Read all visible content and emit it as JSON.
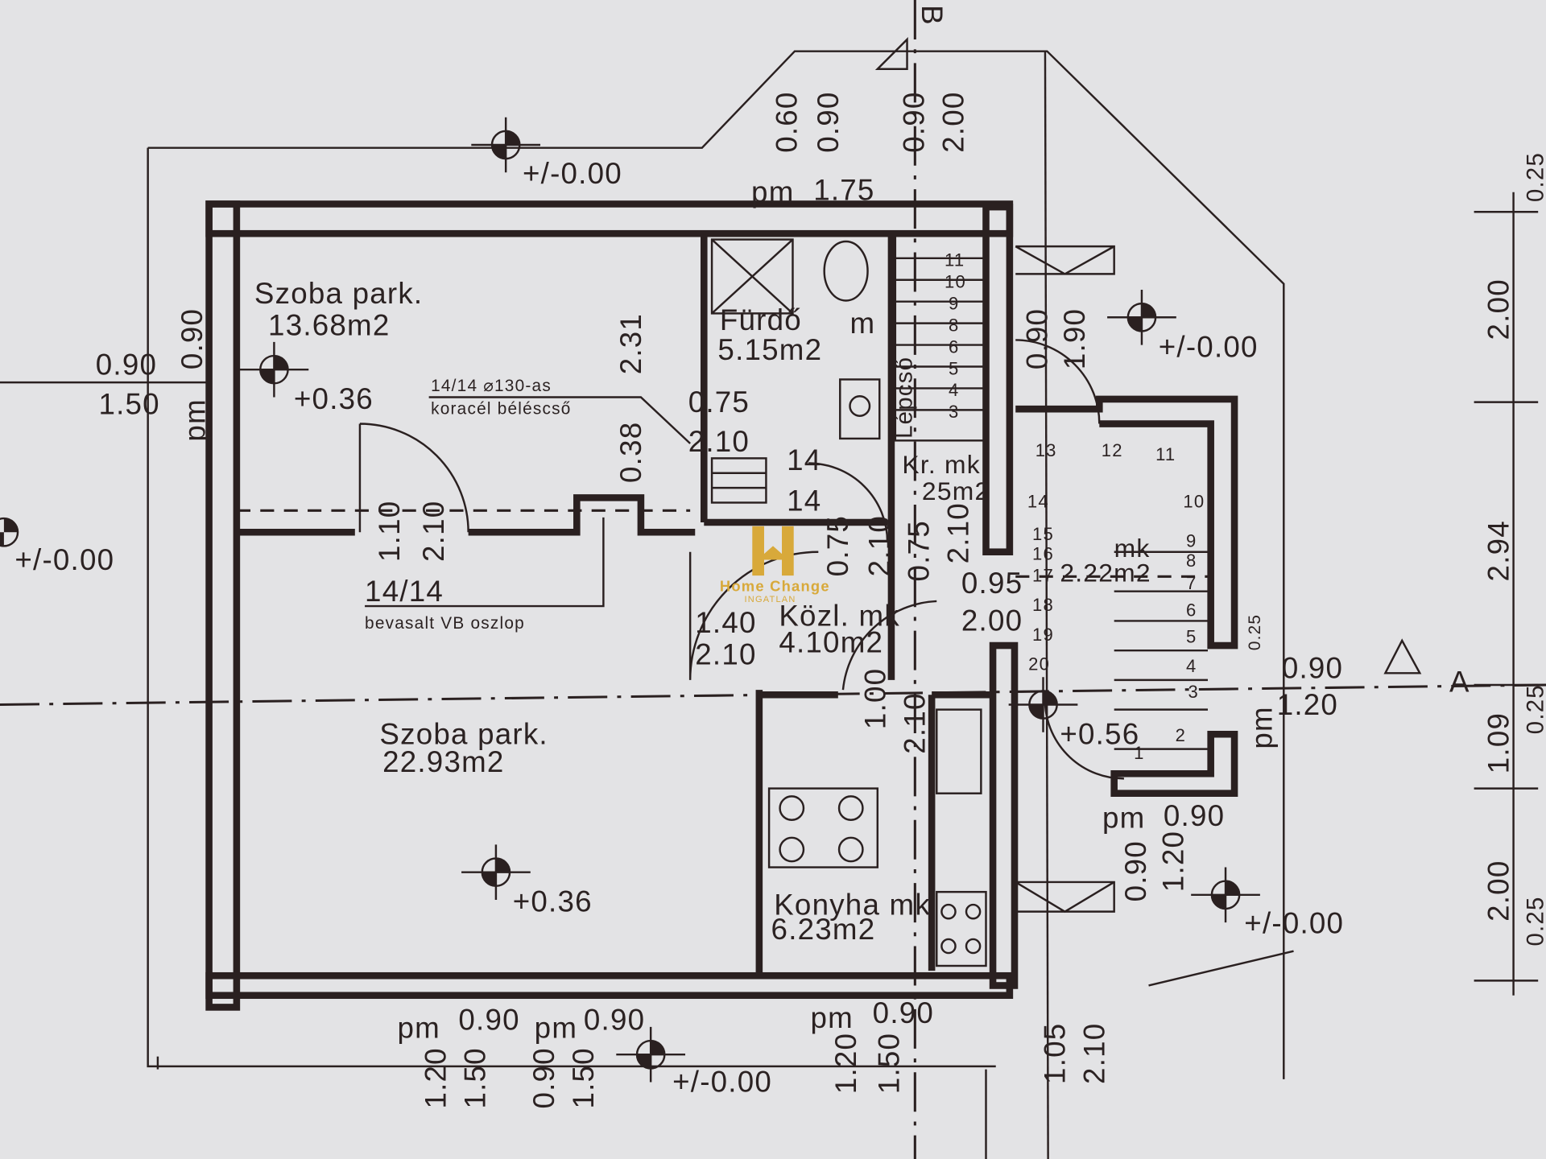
{
  "colors": {
    "paper": "#e3e3e5",
    "ink": "#2a2020",
    "logo": "#d8a93a"
  },
  "section_markers": {
    "b": "B",
    "a": "A"
  },
  "rooms": [
    {
      "name": "Szoba park.",
      "area": "13.68m2"
    },
    {
      "name": "Fürdő",
      "area": "5.15m2",
      "suffix": "m"
    },
    {
      "name": "Szoba park.",
      "area": "22.93m2"
    },
    {
      "name": "Konyha mk",
      "area": "6.23m2"
    },
    {
      "name": "Közl.  mk",
      "area": "4.10m2"
    },
    {
      "name": "Kr.   mk",
      "area": "25m2"
    },
    {
      "name": "Lépcső",
      "area": "2.22m2",
      "suffix": "mk"
    }
  ],
  "levels": [
    "+/-0.00",
    "+/-0.00",
    "+/-0.00",
    "+/-0.00",
    "+/-0.00",
    "+0.36",
    "+0.36",
    "+0.56"
  ],
  "notes": {
    "flue_1": "14/14 ⌀130-as",
    "flue_2": "koracél béléscső",
    "column_1": "14/14",
    "column_2": "bevasalt VB oszlop"
  },
  "dimensions": {
    "top": [
      "0.60",
      "0.90",
      "0.90",
      "2.00",
      "pm",
      "1.75"
    ],
    "left": [
      "0.90",
      "1.50",
      "0.90",
      "pm"
    ],
    "interior": [
      "2.31",
      "0.38",
      "1.10",
      "2.10",
      "0.75",
      "2.10",
      "14",
      "14",
      "0.75",
      "2.10",
      "0.75",
      "2.10",
      "1.40",
      "2.10",
      "2.00",
      "1.00",
      "2.10",
      "0.95",
      "0.90",
      "1.90",
      "0.90",
      "1.20",
      "pm",
      "pm",
      "0.90",
      "0.90",
      "1.20",
      "0.25"
    ],
    "bottom": [
      "pm",
      "0.90",
      "pm",
      "0.90",
      "1.20",
      "1.50",
      "0.90",
      "1.50",
      "pm",
      "0.90",
      "1.20",
      "1.50",
      "1.05",
      "2.10"
    ],
    "right": [
      "2.00",
      "2.94",
      "1.09",
      "2.00",
      "0.25",
      "0.25",
      "0.25"
    ]
  },
  "stair_numbers": [
    "1",
    "2",
    "3",
    "4",
    "5",
    "6",
    "7",
    "8",
    "9",
    "10",
    "11",
    "12",
    "13",
    "14",
    "15",
    "16",
    "17",
    "18",
    "19",
    "20"
  ],
  "straight_stair_numbers": [
    "11",
    "10",
    "9",
    "8",
    "6",
    "5",
    "4",
    "3"
  ],
  "logo": {
    "name": "Home Change",
    "sub": "INGATLAN"
  }
}
